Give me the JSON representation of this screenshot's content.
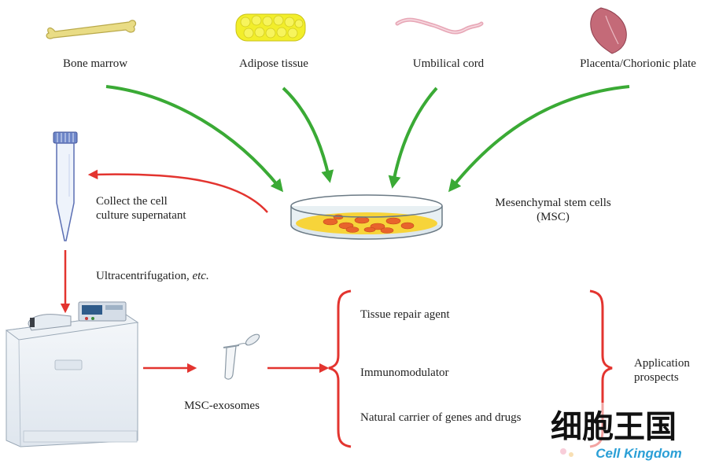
{
  "sources": [
    {
      "label": "Bone marrow"
    },
    {
      "label": "Adipose tissue"
    },
    {
      "label": "Umbilical cord"
    },
    {
      "label": "Placenta/Chorionic plate"
    }
  ],
  "msc": {
    "line1": "Mesenchymal stem cells",
    "line2": "(MSC)"
  },
  "collect": {
    "line1": "Collect the cell",
    "line2": "culture supernatant"
  },
  "ultra": {
    "text": "Ultracentrifugation, ",
    "etc": "etc."
  },
  "exosomes": {
    "label": "MSC-exosomes"
  },
  "applications": {
    "items": [
      "Tissue repair agent",
      "Immunomodulator",
      "Natural carrier of genes and drugs"
    ],
    "title_line1": "Application",
    "title_line2": "prospects"
  },
  "watermark": {
    "cn": "细胞王国",
    "en": "Cell Kingdom"
  },
  "colors": {
    "green_arrow": "#3aaa35",
    "red_arrow": "#e3342f",
    "bone": "#e9dc85",
    "fat": "#f2ee2a",
    "cells": "#e8642c",
    "medium": "#f7d43a",
    "watermark_blue": "#2a9fd6"
  }
}
